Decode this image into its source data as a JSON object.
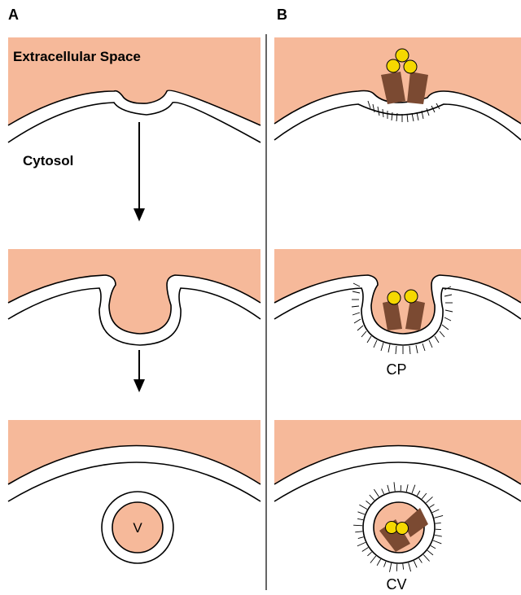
{
  "panels": {
    "a": {
      "label": "A",
      "extracellular_label": "Extracellular Space",
      "cytosol_label": "Cytosol",
      "vesicle_label": "V"
    },
    "b": {
      "label": "B",
      "pit_label": "CP",
      "vesicle_label": "CV"
    }
  },
  "colors": {
    "extracellular": "#f6b99a",
    "membrane_stroke": "#000000",
    "receptor": "#7b4a32",
    "ligand": "#f5d800"
  }
}
